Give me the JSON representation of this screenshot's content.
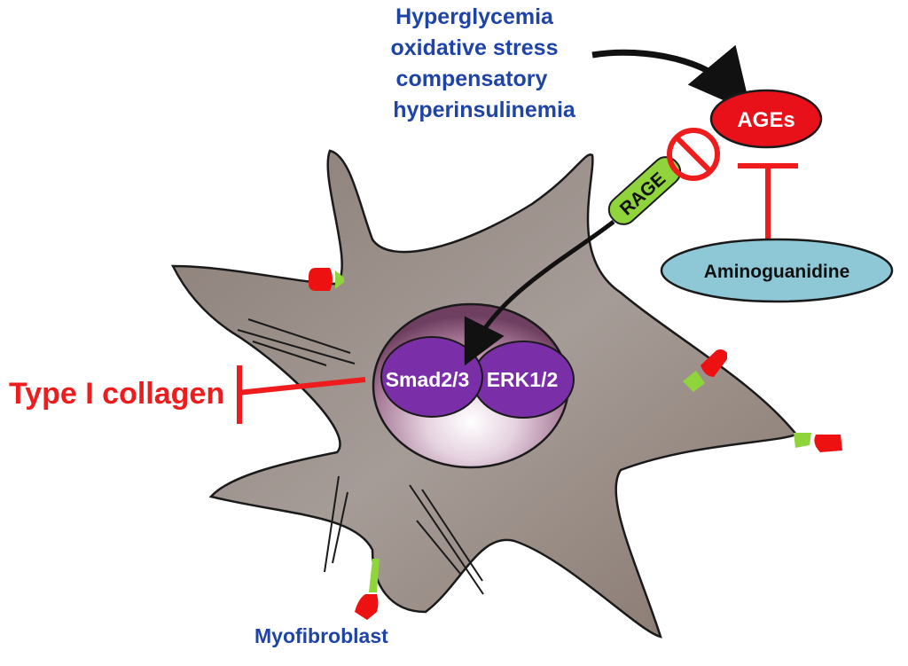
{
  "diagram": {
    "stimuli": {
      "lines": [
        "Hyperglycemia",
        "oxidative stress",
        "compensatory",
        "hyperinsulinemia"
      ]
    },
    "ages": {
      "label": "AGEs",
      "color": "#e8111a"
    },
    "aminoguanidine": {
      "label": "Aminoguanidine",
      "color": "#8ec8d6"
    },
    "rage": {
      "label": "RAGE",
      "color": "#8fd43a"
    },
    "nucleus": {
      "smad": "Smad2/3",
      "erk": "ERK1/2",
      "protein_color": "#7a2fa8"
    },
    "output": {
      "label": "Type I collagen",
      "color": "#ee1c1c"
    },
    "cell": {
      "label": "Myofibroblast",
      "color": "#9a8e88"
    },
    "relations": [
      {
        "from": "stimuli",
        "to": "AGEs",
        "type": "activates"
      },
      {
        "from": "Aminoguanidine",
        "to": "AGEs",
        "type": "inhibits"
      },
      {
        "from": "AGEs",
        "to": "RAGE",
        "type": "blocked-binding"
      },
      {
        "from": "RAGE",
        "to": "Smad2/3 ERK1/2",
        "type": "activates"
      },
      {
        "from": "Smad2/3 ERK1/2",
        "to": "Type I collagen",
        "type": "inhibits"
      }
    ],
    "colors": {
      "text_blue": "#1f44a8",
      "inhibit_red": "#ee1c1c",
      "arrow_black": "#111111"
    }
  }
}
